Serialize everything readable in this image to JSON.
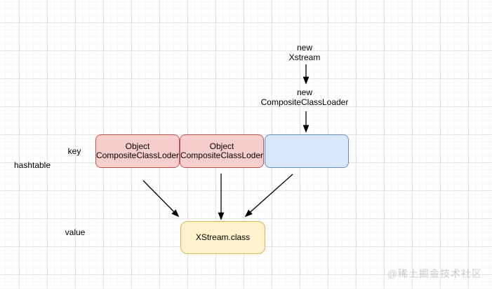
{
  "flow": {
    "step1": "new\nXstream",
    "step2": "new\nCompositeClassLoader"
  },
  "hashtable": {
    "table_label": "hashtable",
    "key_label": "key",
    "value_label": "value",
    "key_nodes": [
      {
        "label": "Object\nCompositeClassLoder",
        "color": "#f8cecc",
        "border": "#b85450"
      },
      {
        "label": "Object\nCompositeClassLoder",
        "color": "#f8cecc",
        "border": "#b85450"
      },
      {
        "label": "",
        "color": "#dae8fc",
        "border": "#6c8ebf"
      }
    ],
    "value_node": {
      "label": "XStream.class",
      "color": "#fff2cc",
      "border": "#d6b656"
    }
  },
  "watermark": "@稀土掘金技术社区",
  "colors": {
    "arrow": "#000000",
    "grid_minor": "#f6f6f6",
    "grid_major": "#e3e3e3",
    "watermark_text": "#cbcbcb"
  }
}
